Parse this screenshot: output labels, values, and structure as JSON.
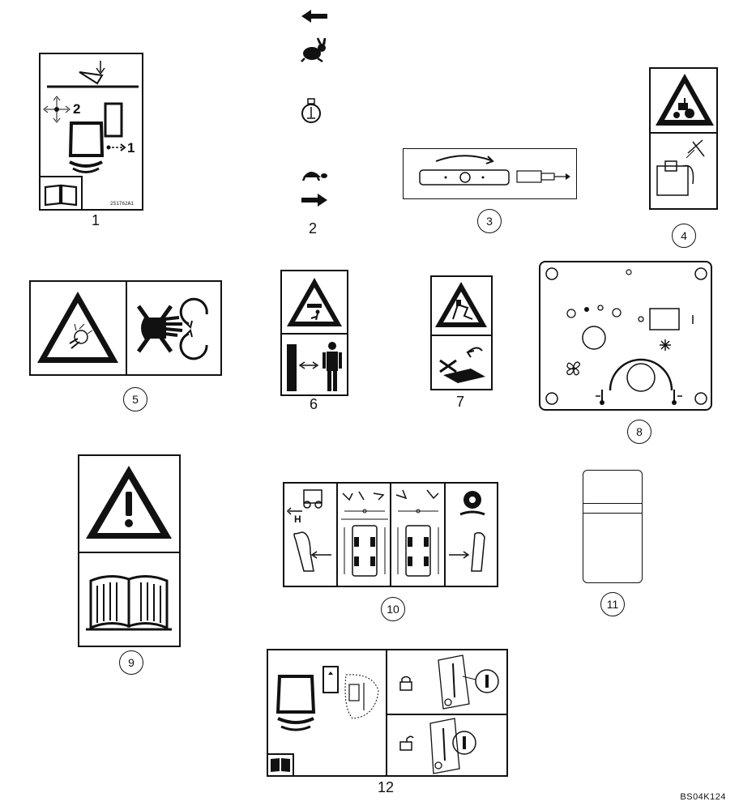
{
  "figure": {
    "reference_code": "BS04K124"
  },
  "decals": [
    {
      "id": "1",
      "print_code": "251762A1"
    },
    {
      "id": "2",
      "printed_digits": [
        "2",
        "1"
      ]
    },
    {
      "id": "3"
    },
    {
      "id": "4"
    },
    {
      "id": "5"
    },
    {
      "id": "6"
    },
    {
      "id": "7"
    },
    {
      "id": "8"
    },
    {
      "id": "9"
    },
    {
      "id": "10",
      "symbol_text": "H"
    },
    {
      "id": "11"
    },
    {
      "id": "12"
    }
  ],
  "icons": {
    "decal_1": [
      "book-icon",
      "seat-icon",
      "lever-icon",
      "bucket-icon"
    ],
    "decal_2": [
      "arrow-left-icon",
      "rabbit-icon",
      "throttle-icon",
      "turtle-icon",
      "arrow-right-icon"
    ],
    "decal_4": [
      "warning-triangle-icon",
      "tractor-icon",
      "hydraulic-coupler-icon"
    ],
    "decal_5": [
      "warning-triangle-icon",
      "hand-crush-icon"
    ],
    "decal_6": [
      "warning-triangle-icon",
      "person-icon"
    ],
    "decal_7": [
      "warning-triangle-icon",
      "crush-icon"
    ],
    "decal_8": [
      "fan-icon",
      "snowflake-icon",
      "temperature-icon"
    ],
    "decal_9": [
      "warning-triangle-icon",
      "book-icon"
    ],
    "decal_10": [
      "joystick-icon",
      "wheel-icon"
    ],
    "decal_12": [
      "seat-icon",
      "lock-icon",
      "unlock-icon",
      "book-icon"
    ]
  }
}
